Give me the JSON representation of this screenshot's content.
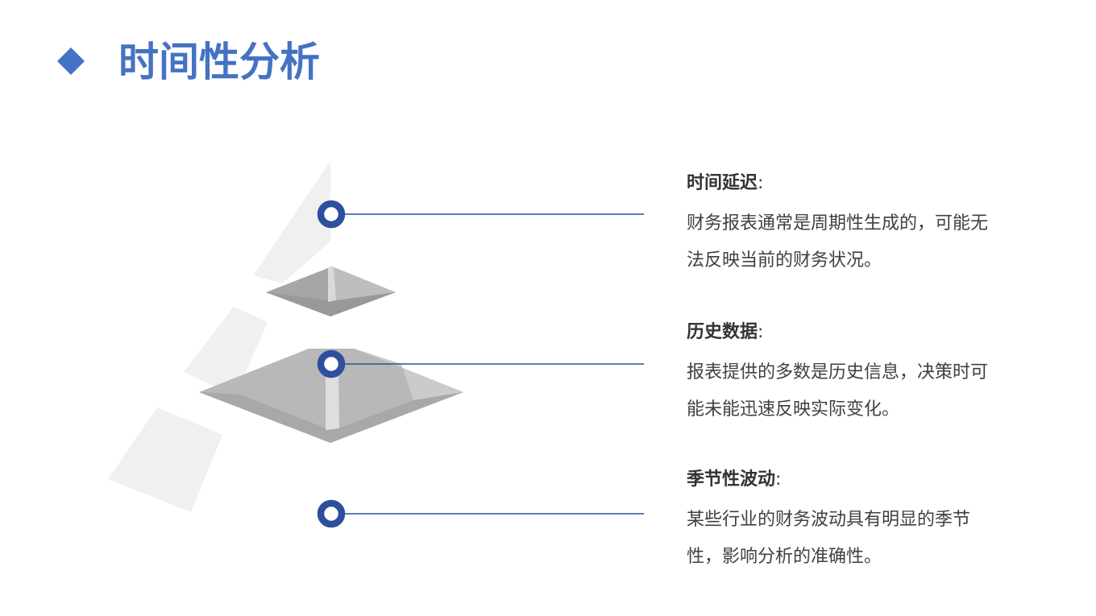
{
  "page": {
    "title": "时间性分析",
    "accent_color": "#4472c4",
    "connector_color": "#2e4f9e",
    "icon": "diamond-bullet-icon"
  },
  "items": [
    {
      "title": "时间延迟",
      "colon": ":",
      "description": " 财务报表通常是周期性生成的，可能无法反映当前的财务状况。"
    },
    {
      "title": "历史数据",
      "colon": ":",
      "description": " 报表提供的多数是历史信息，决策时可能未能迅速反映实际变化。"
    },
    {
      "title": "季节性波动",
      "colon": ":",
      "description": " 某些行业的财务波动具有明显的季节性，影响分析的准确性。"
    }
  ]
}
